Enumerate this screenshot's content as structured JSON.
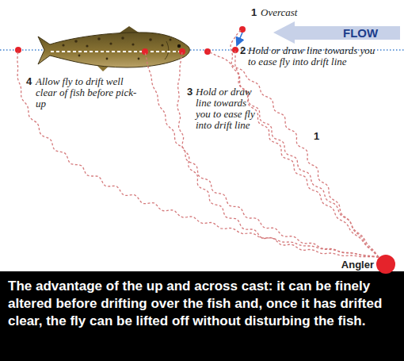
{
  "diagram": {
    "caption": "The advantage of the up and across cast: it can be finely altered before drifting over the fish and, once it has drifted clear, the fly can be lifted off without disturbing the fish.",
    "nodes": [
      {
        "text": [
          "Angler"
        ]
      }
    ],
    "labels": [
      "1",
      "Overcast",
      "FLOW",
      "2",
      "Hold or draw line towards you to ease fly into drift line",
      "3",
      "Hold or draw line towards you to ease fly into drift line",
      "4",
      "Allow fly to drift well clear of fish before pick-up",
      "1"
    ]
  }
}
